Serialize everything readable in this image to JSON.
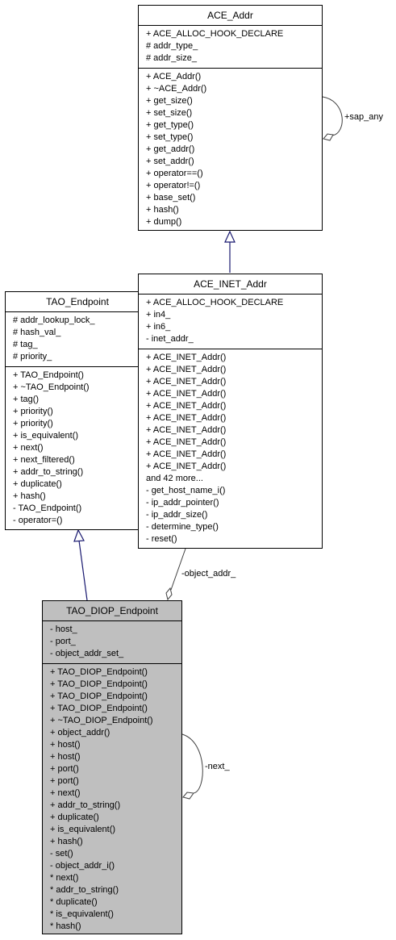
{
  "classes": {
    "ace_addr": {
      "name": "ACE_Addr",
      "attributes": [
        "+ ACE_ALLOC_HOOK_DECLARE",
        "# addr_type_",
        "# addr_size_"
      ],
      "methods": [
        "+ ACE_Addr()",
        "+ ~ACE_Addr()",
        "+ get_size()",
        "+ set_size()",
        "+ get_type()",
        "+ set_type()",
        "+ get_addr()",
        "+ set_addr()",
        "+ operator==()",
        "+ operator!=()",
        "+ base_set()",
        "+ hash()",
        "+ dump()"
      ]
    },
    "tao_endpoint": {
      "name": "TAO_Endpoint",
      "attributes": [
        "# addr_lookup_lock_",
        "# hash_val_",
        "# tag_",
        "# priority_"
      ],
      "methods": [
        "+ TAO_Endpoint()",
        "+ ~TAO_Endpoint()",
        "+ tag()",
        "+ priority()",
        "+ priority()",
        "+ is_equivalent()",
        "+ next()",
        "+ next_filtered()",
        "+ addr_to_string()",
        "+ duplicate()",
        "+ hash()",
        "- TAO_Endpoint()",
        "- operator=()"
      ]
    },
    "ace_inet_addr": {
      "name": "ACE_INET_Addr",
      "attributes": [
        "+ ACE_ALLOC_HOOK_DECLARE",
        "+ in4_",
        "+ in6_",
        "- inet_addr_"
      ],
      "methods": [
        "+ ACE_INET_Addr()",
        "+ ACE_INET_Addr()",
        "+ ACE_INET_Addr()",
        "+ ACE_INET_Addr()",
        "+ ACE_INET_Addr()",
        "+ ACE_INET_Addr()",
        "+ ACE_INET_Addr()",
        "+ ACE_INET_Addr()",
        "+ ACE_INET_Addr()",
        "+ ACE_INET_Addr()",
        "and 42 more...",
        "- get_host_name_i()",
        "- ip_addr_pointer()",
        "- ip_addr_size()",
        "- determine_type()",
        "- reset()"
      ]
    },
    "tao_diop_endpoint": {
      "name": "TAO_DIOP_Endpoint",
      "attributes": [
        "- host_",
        "- port_",
        "- object_addr_set_"
      ],
      "methods": [
        "+ TAO_DIOP_Endpoint()",
        "+ TAO_DIOP_Endpoint()",
        "+ TAO_DIOP_Endpoint()",
        "+ TAO_DIOP_Endpoint()",
        "+ ~TAO_DIOP_Endpoint()",
        "+ object_addr()",
        "+ host()",
        "+ host()",
        "+ port()",
        "+ port()",
        "+ next()",
        "+ addr_to_string()",
        "+ duplicate()",
        "+ is_equivalent()",
        "+ hash()",
        "- set()",
        "- object_addr_i()",
        "* next()",
        "* addr_to_string()",
        "* duplicate()",
        "* is_equivalent()",
        "* hash()"
      ]
    }
  },
  "edge_labels": {
    "sap_any": "+sap_any",
    "object_addr": "-object_addr_",
    "next": "-next_"
  },
  "colors": {
    "border": "#000000",
    "highlight_fill": "#bfbfbf",
    "inherit_line": "#191970",
    "aggregation_line": "#404040"
  }
}
